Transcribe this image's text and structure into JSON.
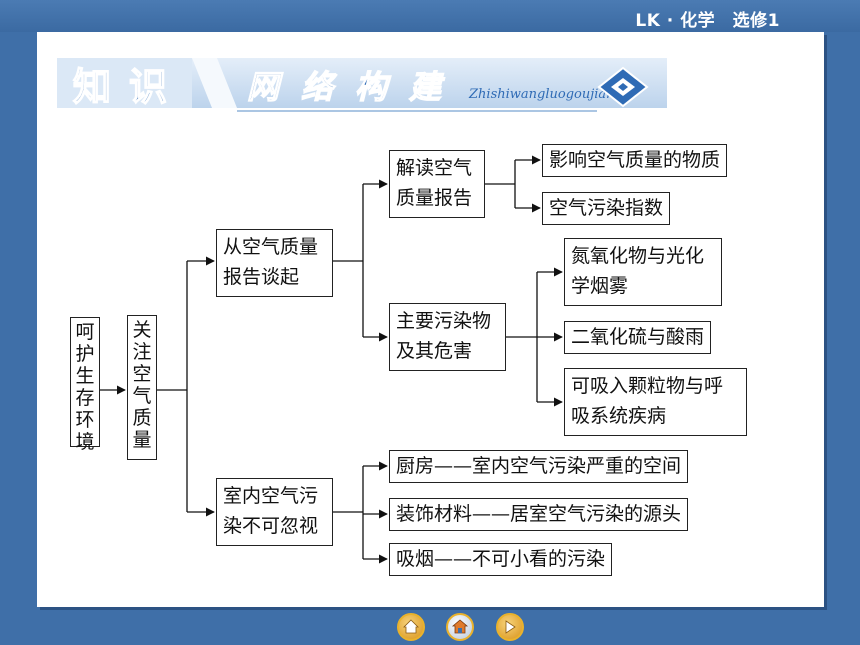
{
  "header": {
    "course_label": "LK · 化学　选修1"
  },
  "banner": {
    "title_chars": [
      "知",
      "识"
    ],
    "subtitle_chars": [
      "网",
      "络",
      "构",
      "建"
    ],
    "pinyin": "Zhishiwangluogoujian"
  },
  "diagram": {
    "root": "呵护生存环境",
    "level1": "关注空气质量",
    "branch_a": {
      "label": [
        "从空气质量",
        "报告谈起"
      ],
      "sub1": {
        "label": [
          "解读空气",
          "质量报告"
        ],
        "leaves": [
          "影响空气质量的物质",
          "空气污染指数"
        ]
      },
      "sub2": {
        "label": [
          "主要污染物",
          "及其危害"
        ],
        "leaves": [
          [
            "氮氧化物与光化",
            "学烟雾"
          ],
          [
            "二氧化硫与酸雨"
          ],
          [
            "可吸入颗粒物与呼",
            "吸系统疾病"
          ]
        ]
      }
    },
    "branch_b": {
      "label": [
        "室内空气污",
        "染不可忽视"
      ],
      "leaves": [
        "厨房——室内空气污染严重的空间",
        "装饰材料——居室空气污染的源头",
        "吸烟——不可小看的污染"
      ]
    }
  },
  "colors": {
    "background": "#3f6fa8",
    "banner_blue": "#2f6bb5",
    "banner_band": "#cfe0f2",
    "nav_ring": "#e9b22c"
  },
  "nav_icons": [
    "home-icon",
    "back-icon",
    "next-icon"
  ]
}
